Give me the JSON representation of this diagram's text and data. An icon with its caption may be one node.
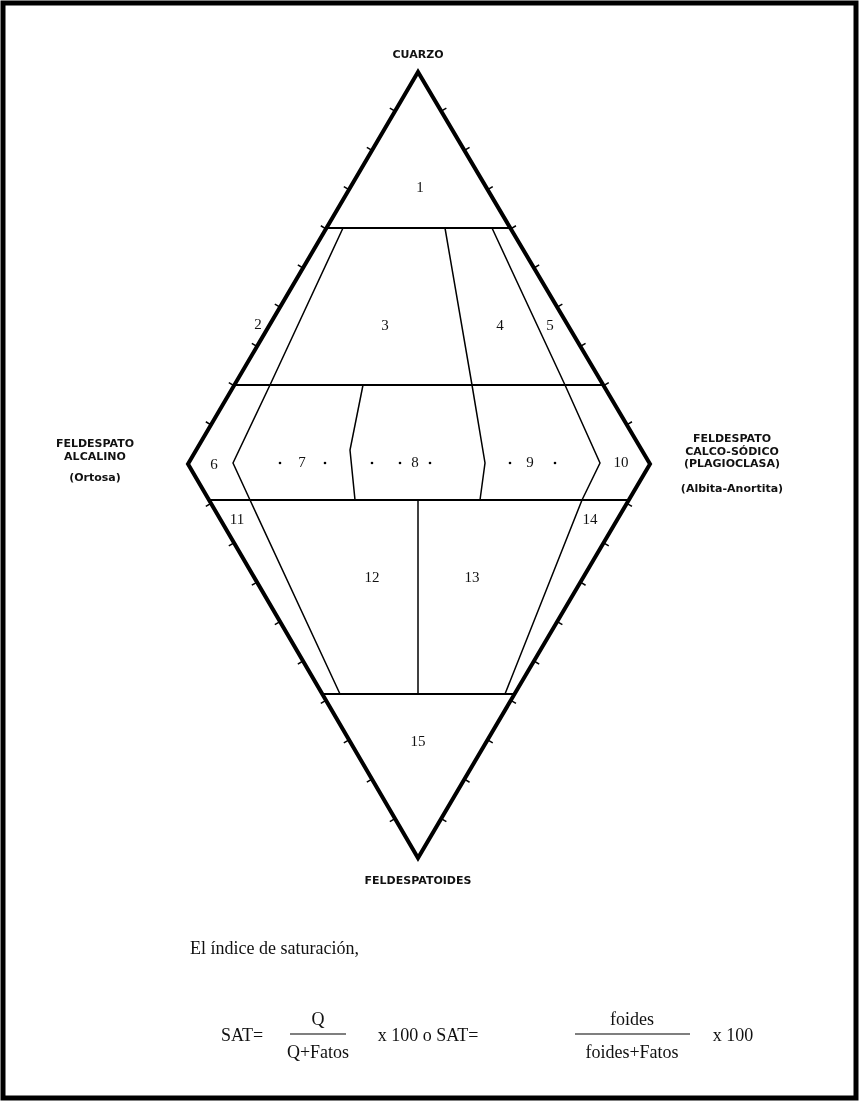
{
  "diagram": {
    "labels": [
      "CUARZO",
      "1",
      "2",
      "3",
      "4",
      "5",
      "FELDESPATO ALCALINO",
      "(Ortosa)",
      "6",
      "7",
      "8",
      "9",
      "10",
      "FELDESPATO CALCO-SÓDICO (PLAGIOCLASA)",
      "(Albita-Anortita)",
      "11",
      "14",
      "12",
      "13",
      "15",
      "FELDESPATOIDES",
      "El índice de saturación,",
      "SAT=",
      "Q",
      "Q+Fatos",
      "x 100 o SAT=",
      "foides",
      "foides+Fatos",
      "x 100"
    ]
  }
}
